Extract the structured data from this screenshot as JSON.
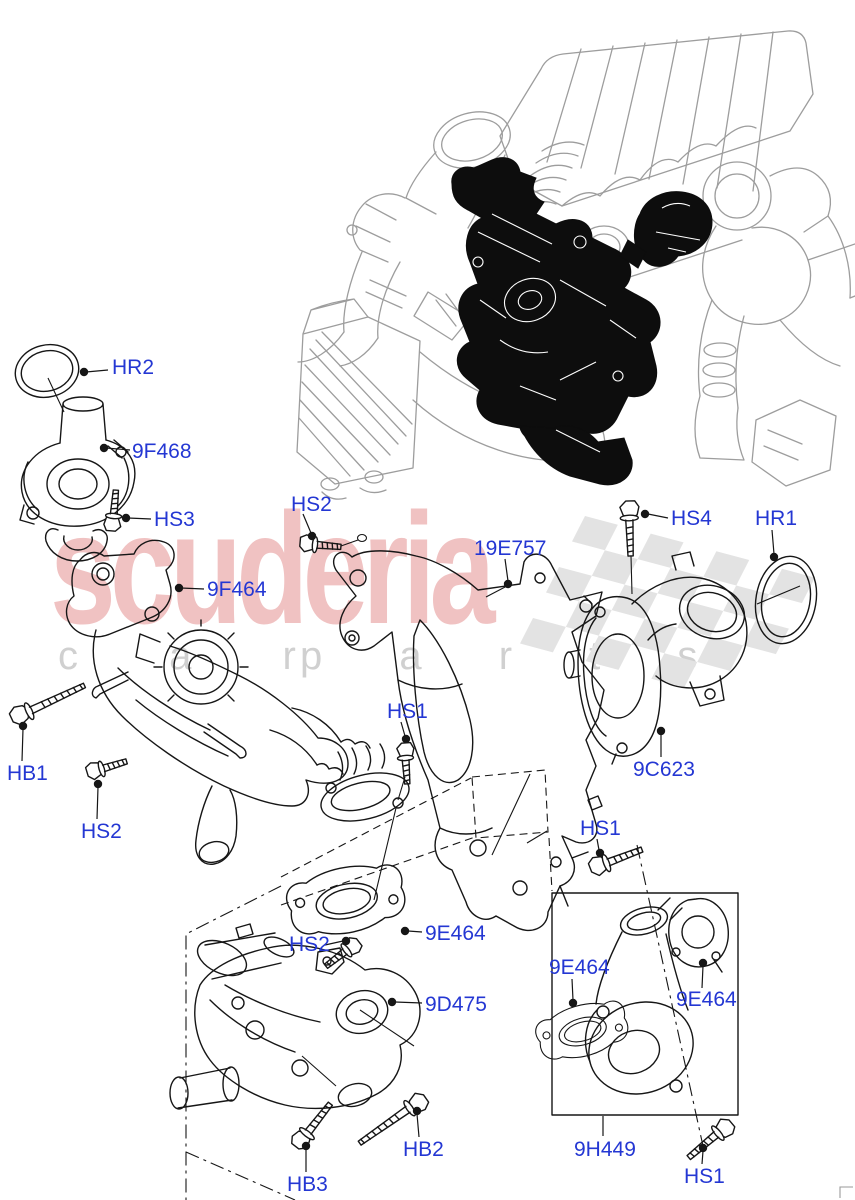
{
  "figure": {
    "kind": "exploded-parts-diagram",
    "subject": "EGR valve / exhaust gas recirculation components with engine location view"
  },
  "watermark": {
    "brand": "scuderia",
    "left_word": "c a r",
    "right_word": "p a r t s"
  },
  "colors": {
    "background": "#ffffff",
    "callout_text": "#2437d3",
    "line_art": "#161616",
    "engine_outline": "#9d9d9d",
    "engine_highlight": "#0d0d0d",
    "watermark_pink": "#ecaeae",
    "watermark_gray": "#d0d0d0",
    "checker_gray": "#e3e3e3"
  },
  "callouts": [
    {
      "id": "hr2",
      "code": "HR2"
    },
    {
      "id": "9f468",
      "code": "9F468"
    },
    {
      "id": "hs3",
      "code": "HS3"
    },
    {
      "id": "9f464",
      "code": "9F464"
    },
    {
      "id": "hs2-upper",
      "code": "HS2"
    },
    {
      "id": "19e757",
      "code": "19E757"
    },
    {
      "id": "hs1-mid",
      "code": "HS1"
    },
    {
      "id": "hs4",
      "code": "HS4"
    },
    {
      "id": "hr1",
      "code": "HR1"
    },
    {
      "id": "9c623",
      "code": "9C623"
    },
    {
      "id": "hb1",
      "code": "HB1"
    },
    {
      "id": "hs2-left",
      "code": "HS2"
    },
    {
      "id": "9e464-top",
      "code": "9E464"
    },
    {
      "id": "hs2-lower",
      "code": "HS2"
    },
    {
      "id": "9d475",
      "code": "9D475"
    },
    {
      "id": "hb2",
      "code": "HB2"
    },
    {
      "id": "hb3",
      "code": "HB3"
    },
    {
      "id": "hs1-box-top",
      "code": "HS1"
    },
    {
      "id": "9e464-box-left",
      "code": "9E464"
    },
    {
      "id": "9e464-box-right",
      "code": "9E464"
    },
    {
      "id": "9h449",
      "code": "9H449"
    },
    {
      "id": "hs1-box-bottom",
      "code": "HS1"
    }
  ]
}
